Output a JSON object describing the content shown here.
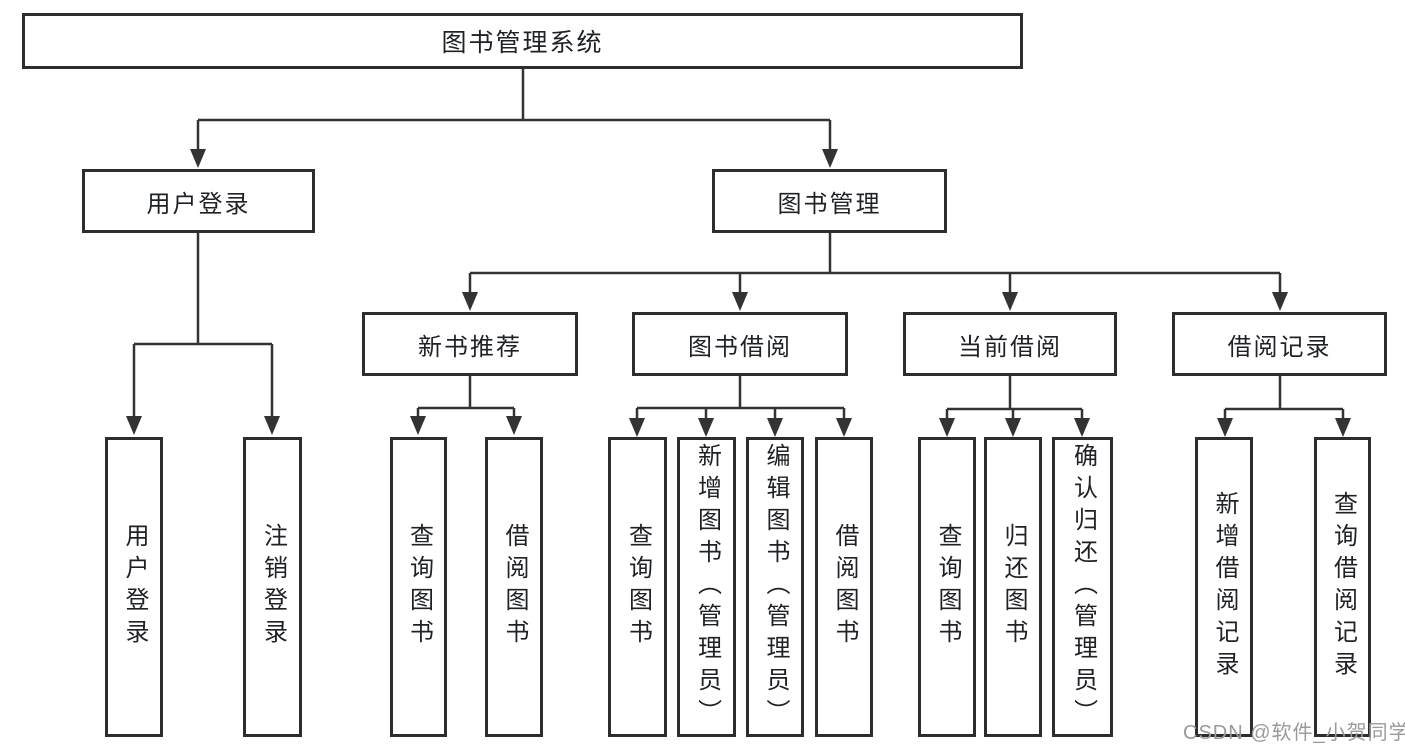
{
  "diagram": {
    "type": "hierarchy-tree",
    "colors": {
      "line": "#333333",
      "box_border": "#2d2d2d",
      "text": "#1e2126",
      "watermark": "#9a9a9a",
      "background": "#ffffff"
    },
    "nodes": {
      "system": {
        "label": "图书管理系统",
        "children": [
          "user_login",
          "book_management"
        ]
      },
      "user_login": {
        "label": "用户登录",
        "children": [
          "leaf_user_login",
          "leaf_logout"
        ]
      },
      "book_management": {
        "label": "图书管理",
        "children": [
          "new_books",
          "book_borrow",
          "current_borrow",
          "borrow_records"
        ]
      },
      "new_books": {
        "label": "新书推荐",
        "children": [
          "leaf_query_1",
          "leaf_borrow_1"
        ]
      },
      "book_borrow": {
        "label": "图书借阅",
        "children": [
          "leaf_query_2",
          "leaf_add_book",
          "leaf_edit_book",
          "leaf_borrow_2"
        ]
      },
      "current_borrow": {
        "label": "当前借阅",
        "children": [
          "leaf_query_3",
          "leaf_return_book",
          "leaf_confirm_return"
        ]
      },
      "borrow_records": {
        "label": "借阅记录",
        "children": [
          "leaf_add_record",
          "leaf_query_record"
        ]
      },
      "leaf_user_login": {
        "label": "用户登录"
      },
      "leaf_logout": {
        "label": "注销登录"
      },
      "leaf_query_1": {
        "label": "查询图书"
      },
      "leaf_borrow_1": {
        "label": "借阅图书"
      },
      "leaf_query_2": {
        "label": "查询图书"
      },
      "leaf_add_book": {
        "label": "新增图书（管理员）"
      },
      "leaf_edit_book": {
        "label": "编辑图书（管理员）"
      },
      "leaf_borrow_2": {
        "label": "借阅图书"
      },
      "leaf_query_3": {
        "label": "查询图书"
      },
      "leaf_return_book": {
        "label": "归还图书"
      },
      "leaf_confirm_return": {
        "label": "确认归还（管理员）"
      },
      "leaf_add_record": {
        "label": "新增借阅记录"
      },
      "leaf_query_record": {
        "label": "查询借阅记录"
      }
    },
    "watermark": "CSDN @软件_小贺同学"
  }
}
